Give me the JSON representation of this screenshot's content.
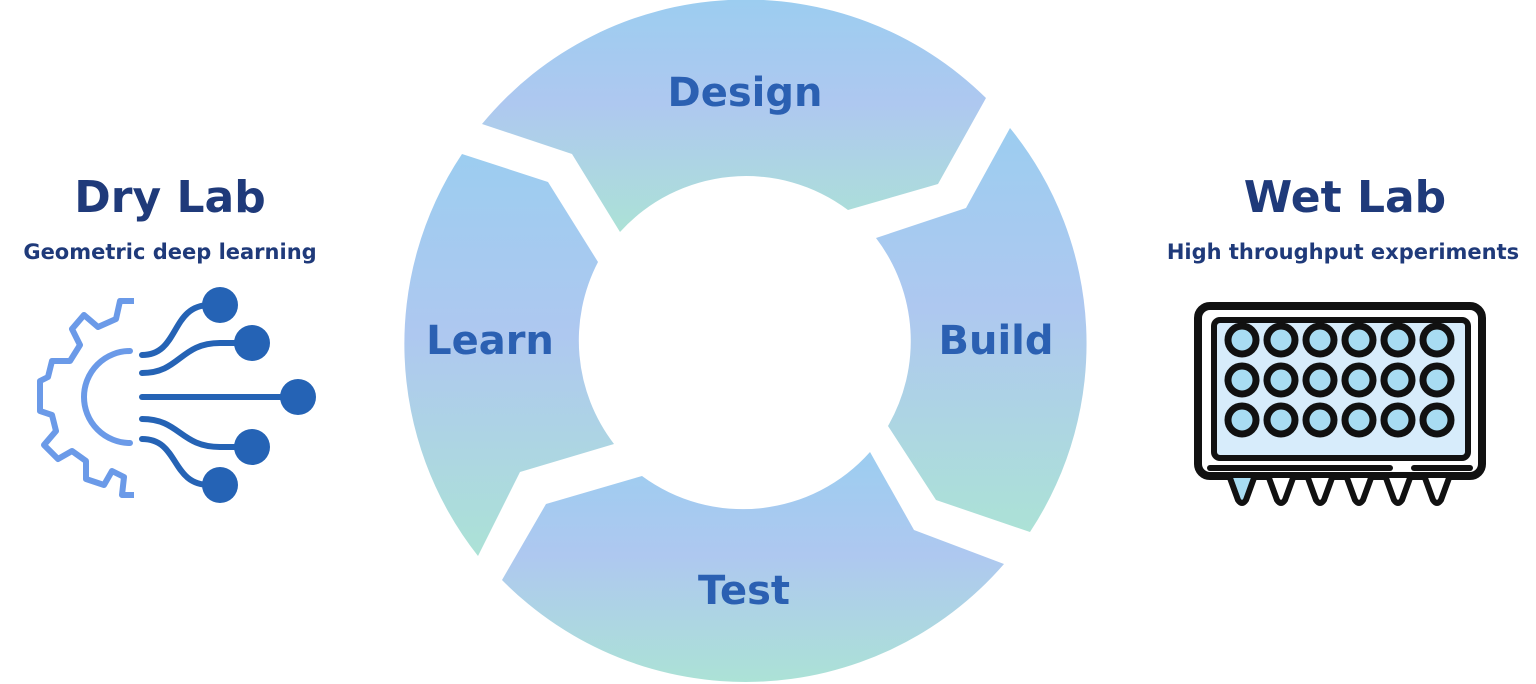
{
  "dry_lab": {
    "title": "Dry Lab",
    "subtitle": "Geometric deep learning",
    "icon": "ai-brain-circuit-icon"
  },
  "wet_lab": {
    "title": "Wet Lab",
    "subtitle": "High throughput experiments",
    "icon": "well-plate-icon"
  },
  "cycle": {
    "design": "Design",
    "build": "Build",
    "test": "Test",
    "learn": "Learn"
  },
  "colors": {
    "title_text": "#1f3a7a",
    "segment_text": "#2b60b2",
    "gradient_top": "#9ccdf0",
    "gradient_mid": "#aec8f0",
    "gradient_bottom": "#ace2d6",
    "icon_dark": "#2563b5",
    "icon_light": "#6b9ae8"
  }
}
